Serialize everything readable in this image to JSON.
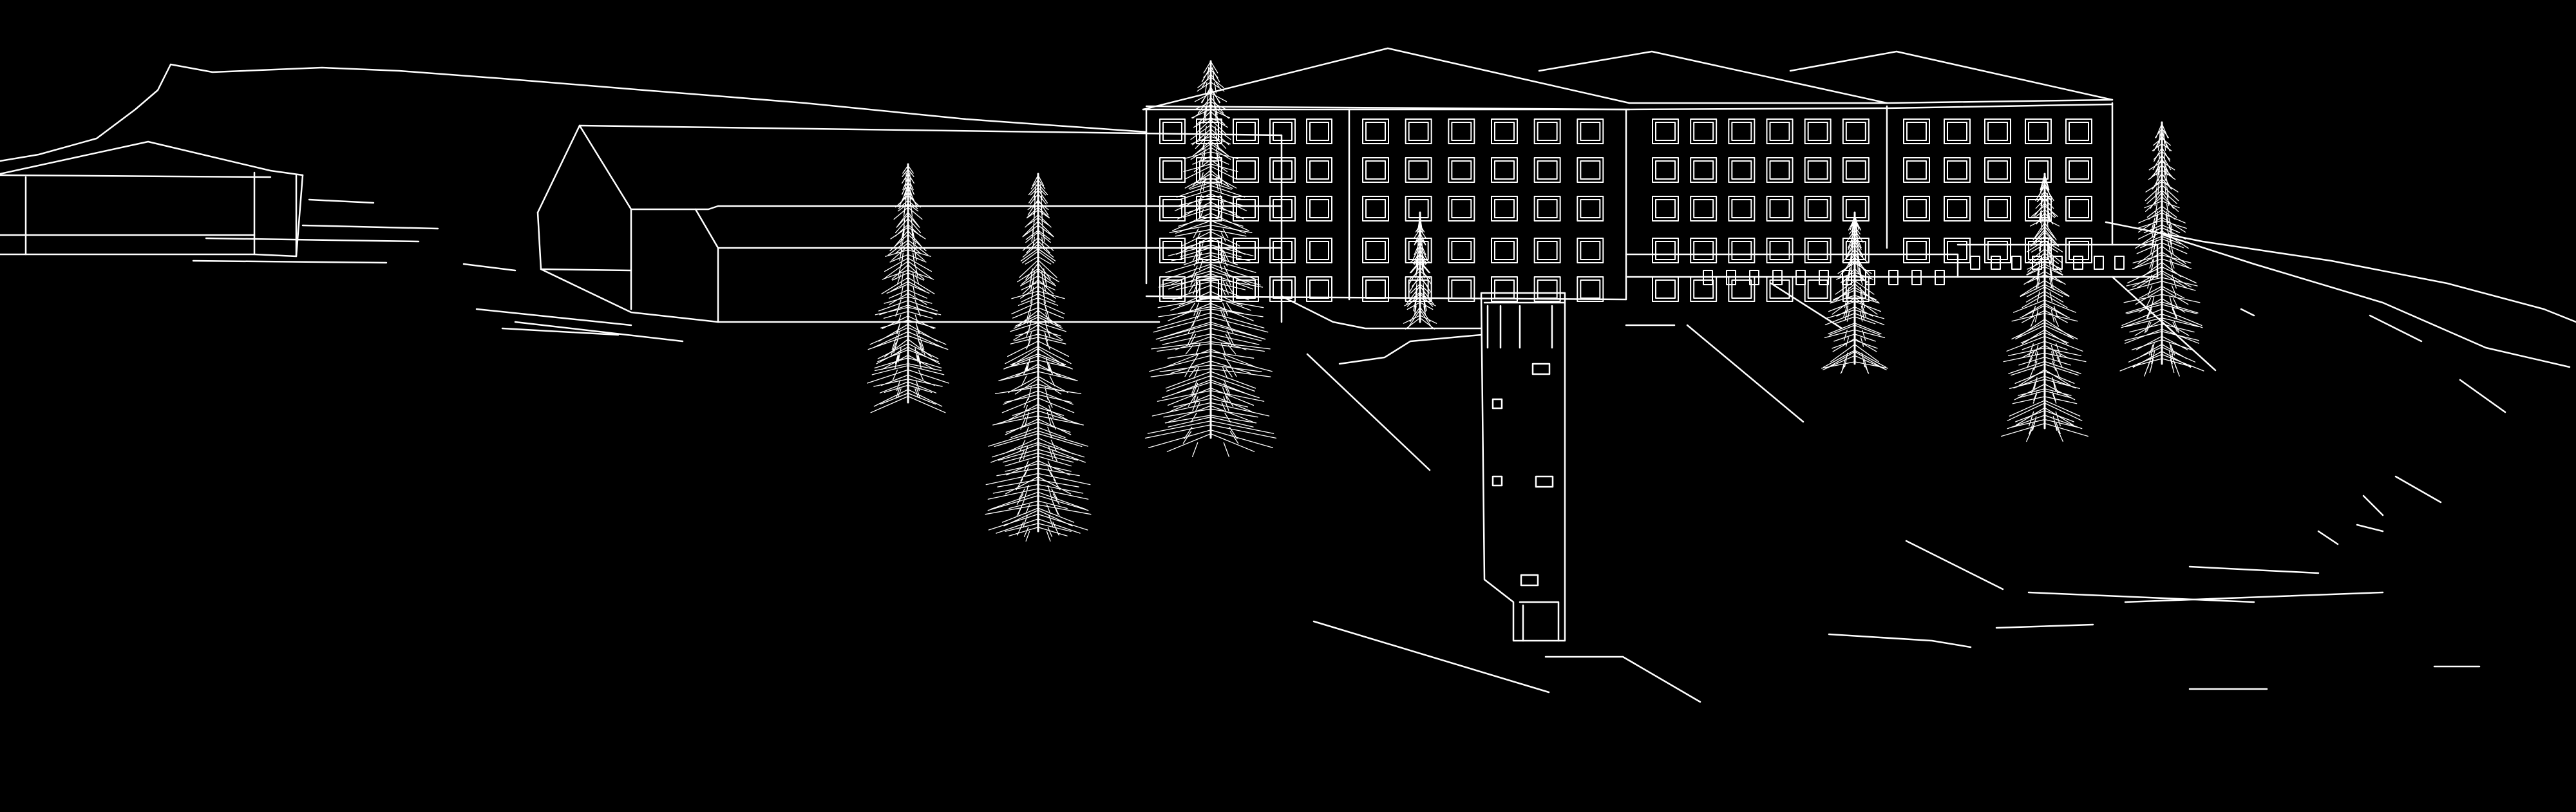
{
  "scene": {
    "background": "#000000",
    "line_color": "#ffffff",
    "style": "white line drawing on black",
    "objects": [
      "hillside",
      "farm-building-left",
      "long-barn",
      "hotel-block",
      "elevator-tower",
      "retaining-wall",
      "spruce-trees"
    ]
  },
  "trees": {
    "count": 7,
    "icon": "spruce-tree-icon"
  },
  "windows": {
    "hotel_floors": 5,
    "tower_floors": 5
  }
}
